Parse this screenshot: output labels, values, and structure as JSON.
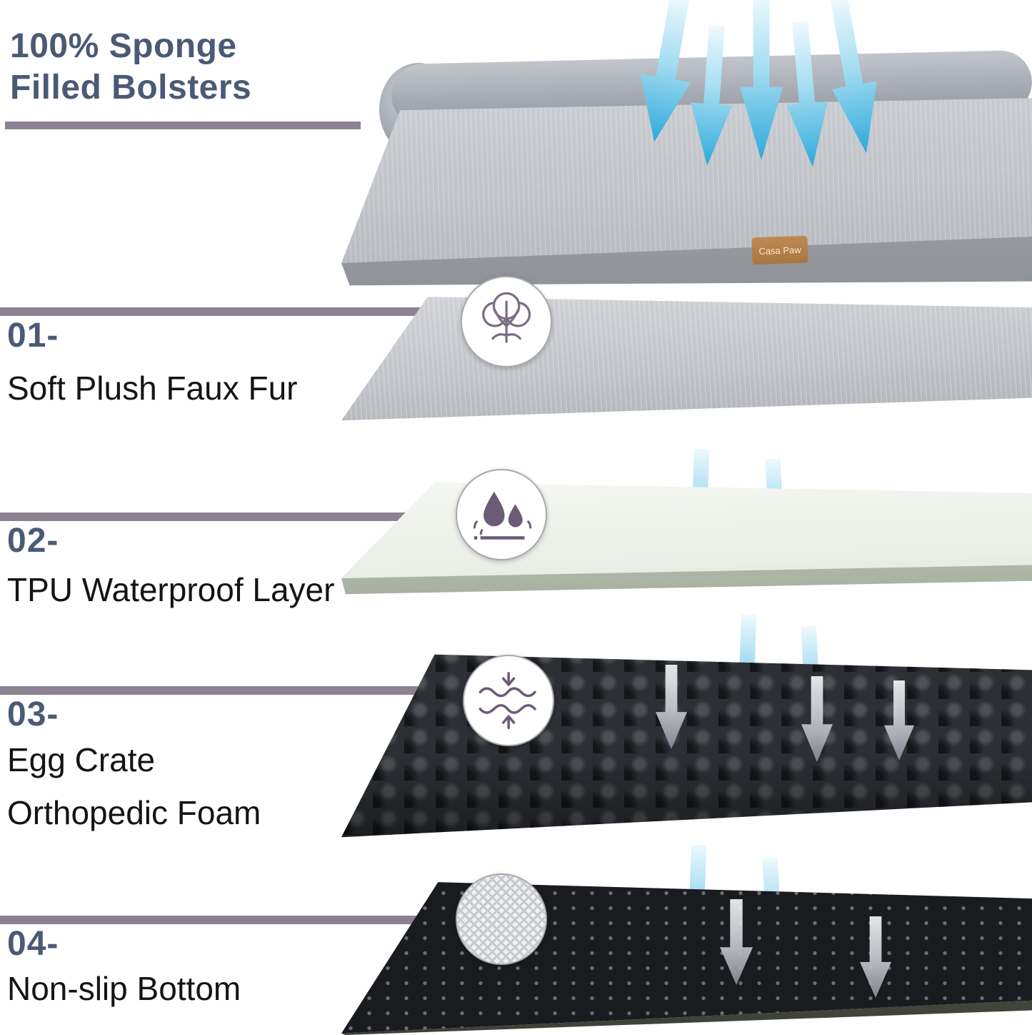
{
  "title": {
    "line1": "100% Sponge",
    "line2": "Filled Bolsters"
  },
  "brand_tag": "Casa Paw",
  "sections": [
    {
      "number": "01-",
      "lines": [
        "Soft Plush Faux Fur"
      ]
    },
    {
      "number": "02-",
      "lines": [
        "TPU Waterproof Layer"
      ]
    },
    {
      "number": "03-",
      "lines": [
        "Egg Crate",
        "Orthopedic Foam"
      ]
    },
    {
      "number": "04-",
      "lines": [
        "Non-slip Bottom"
      ]
    }
  ],
  "icons": {
    "layer1": "cotton-icon",
    "layer2": "waterproof-droplets-icon",
    "layer3": "compression-arrows-icon",
    "layer4": "anti-slip-pattern-icon"
  },
  "colors": {
    "accent_bar": "#8d8294",
    "heading": "#4a5a76",
    "body_text": "#141414",
    "arrow_blue": "#2da8da",
    "foam_dark": "#2c2f34",
    "bottom_black": "#191b1e"
  }
}
